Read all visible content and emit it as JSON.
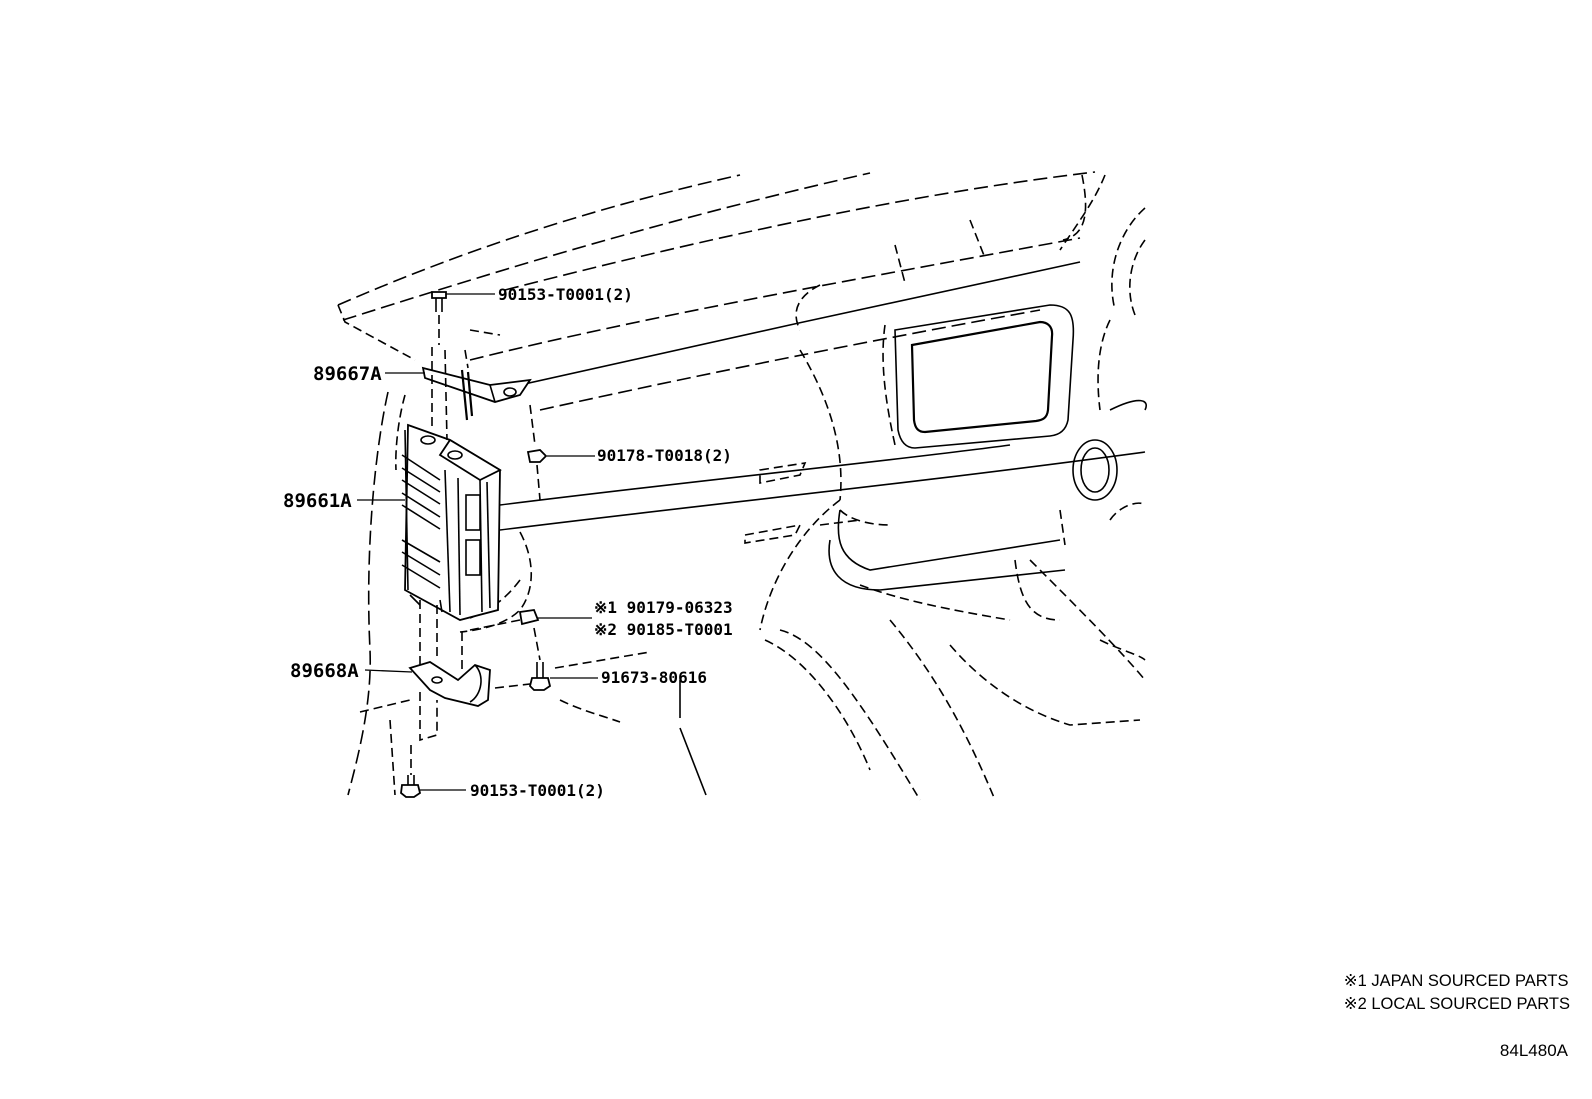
{
  "parts": {
    "bolt_top": "90153-T0001(2)",
    "bracket_upper": "89667A",
    "ecu": "89661A",
    "nut": "90178-T0018(2)",
    "clip_japan": "※1 90179-06323",
    "clip_local": "※2 90185-T0001",
    "bracket_lower": "89668A",
    "bolt_lower_right": "91673-80616",
    "bolt_bottom": "90153-T0001(2)"
  },
  "notes": {
    "note1": "※1 JAPAN SOURCED PARTS",
    "note2": "※2 LOCAL SOURCED PARTS"
  },
  "drawing_code": "84L480A"
}
